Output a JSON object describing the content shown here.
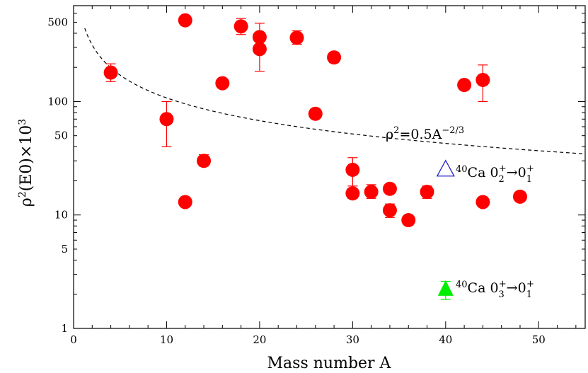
{
  "chart_data": {
    "type": "scatter",
    "x_axis": {
      "label": "Mass number A",
      "range": [
        0,
        55
      ],
      "tick_labels": [
        "0",
        "10",
        "20",
        "30",
        "40",
        "50"
      ]
    },
    "y_axis": {
      "label": "ρ²(E0)×10³",
      "scale": "log",
      "range": [
        1,
        700
      ],
      "tick_labels": [
        "1",
        "5",
        "10",
        "50",
        "100",
        "500"
      ]
    },
    "grid": false,
    "colors": {
      "points": "#ff0000",
      "curve": "#000000",
      "open_triangle": "#1f1fcc",
      "filled_triangle": "#00ee00"
    },
    "series": [
      {
        "marker": "filled-circle",
        "points": [
          {
            "x": 4,
            "y": 180,
            "lo": 150,
            "hi": 215
          },
          {
            "x": 10,
            "y": 70,
            "lo": 40,
            "hi": 100
          },
          {
            "x": 12,
            "y": 520
          },
          {
            "x": 12,
            "y": 13
          },
          {
            "x": 14,
            "y": 30,
            "lo": 27,
            "hi": 34
          },
          {
            "x": 16,
            "y": 145
          },
          {
            "x": 18,
            "y": 460,
            "lo": 390,
            "hi": 540
          },
          {
            "x": 20,
            "y": 370,
            "lo": 300,
            "hi": 490
          },
          {
            "x": 20,
            "y": 290,
            "lo": 185,
            "hi": 360
          },
          {
            "x": 24,
            "y": 365,
            "lo": 320,
            "hi": 420
          },
          {
            "x": 26,
            "y": 78
          },
          {
            "x": 28,
            "y": 245,
            "lo": 220,
            "hi": 270
          },
          {
            "x": 30,
            "y": 25,
            "lo": 18,
            "hi": 32
          },
          {
            "x": 30,
            "y": 15.5,
            "lo": 14,
            "hi": 17
          },
          {
            "x": 32,
            "y": 16,
            "lo": 14,
            "hi": 18.5
          },
          {
            "x": 34,
            "y": 17
          },
          {
            "x": 34,
            "y": 11,
            "lo": 9.5,
            "hi": 12.5
          },
          {
            "x": 36,
            "y": 9
          },
          {
            "x": 38,
            "y": 16,
            "lo": 14,
            "hi": 18
          },
          {
            "x": 42,
            "y": 140
          },
          {
            "x": 44,
            "y": 155,
            "lo": 100,
            "hi": 210
          },
          {
            "x": 44,
            "y": 13
          },
          {
            "x": 48,
            "y": 14.5
          }
        ]
      },
      {
        "marker": "open-triangle",
        "points": [
          {
            "x": 40,
            "y": 25
          }
        ]
      },
      {
        "marker": "filled-triangle",
        "points": [
          {
            "x": 40,
            "y": 2.2,
            "lo": 1.8,
            "hi": 2.6
          }
        ]
      },
      {
        "marker": "dashed-curve",
        "equation_label": "ρ²=0.5A⁻²ᐟ³",
        "coefficient": 500,
        "exponent": -0.6667,
        "x_start": 1.2,
        "x_end": 55
      }
    ],
    "annotations": {
      "curve_label": {
        "base": "ρ",
        "sup1": "2",
        "mid": "=0.5A",
        "sup2": "−2/3"
      },
      "open_triangle_label": {
        "pre": "40",
        "nuc": "Ca  0",
        "sub1": "2",
        "sup1": "+",
        "arrow": "→0",
        "sub2": "1",
        "sup2": "+"
      },
      "filled_triangle_label": {
        "pre": "40",
        "nuc": "Ca  0",
        "sub1": "3",
        "sup1": "+",
        "arrow": "→0",
        "sub2": "1",
        "sup2": "+"
      }
    }
  }
}
